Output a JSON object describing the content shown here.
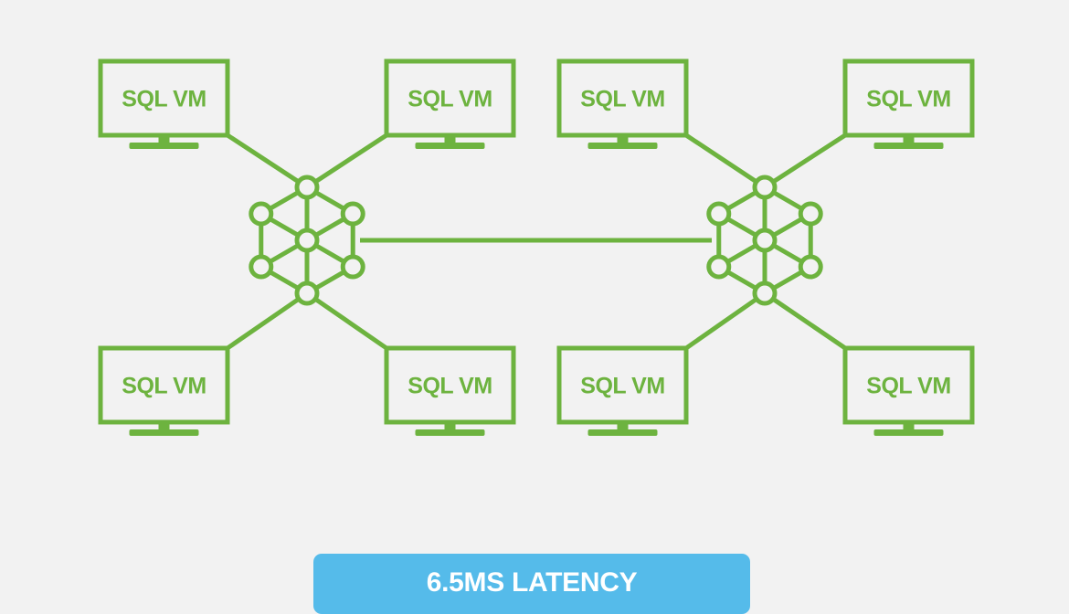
{
  "colors": {
    "background": "#f2f2f2",
    "stroke": "#6db33f",
    "badge": "#55bbea",
    "badge_text": "#ffffff"
  },
  "clusters": [
    {
      "hub_icon": "network-hub-icon",
      "vms": [
        {
          "label": "SQL VM",
          "icon": "monitor-icon"
        },
        {
          "label": "SQL VM",
          "icon": "monitor-icon"
        },
        {
          "label": "SQL VM",
          "icon": "monitor-icon"
        },
        {
          "label": "SQL VM",
          "icon": "monitor-icon"
        }
      ]
    },
    {
      "hub_icon": "network-hub-icon",
      "vms": [
        {
          "label": "SQL VM",
          "icon": "monitor-icon"
        },
        {
          "label": "SQL VM",
          "icon": "monitor-icon"
        },
        {
          "label": "SQL VM",
          "icon": "monitor-icon"
        },
        {
          "label": "SQL VM",
          "icon": "monitor-icon"
        }
      ]
    }
  ],
  "latency": {
    "label": "6.5MS LATENCY"
  }
}
